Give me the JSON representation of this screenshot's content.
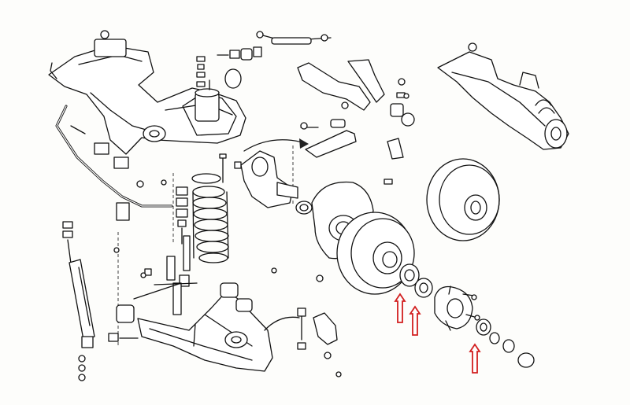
{
  "diagram": {
    "background": "#fdfdfb",
    "line_color": "#111111",
    "highlight_color": "#d21f1f",
    "marker_icon": "up-arrow-outline",
    "markers": [
      {
        "part": "outer-wheel-bearing-race"
      },
      {
        "part": "inner-wheel-bearing"
      },
      {
        "part": "outer-wheel-bearing"
      }
    ]
  }
}
